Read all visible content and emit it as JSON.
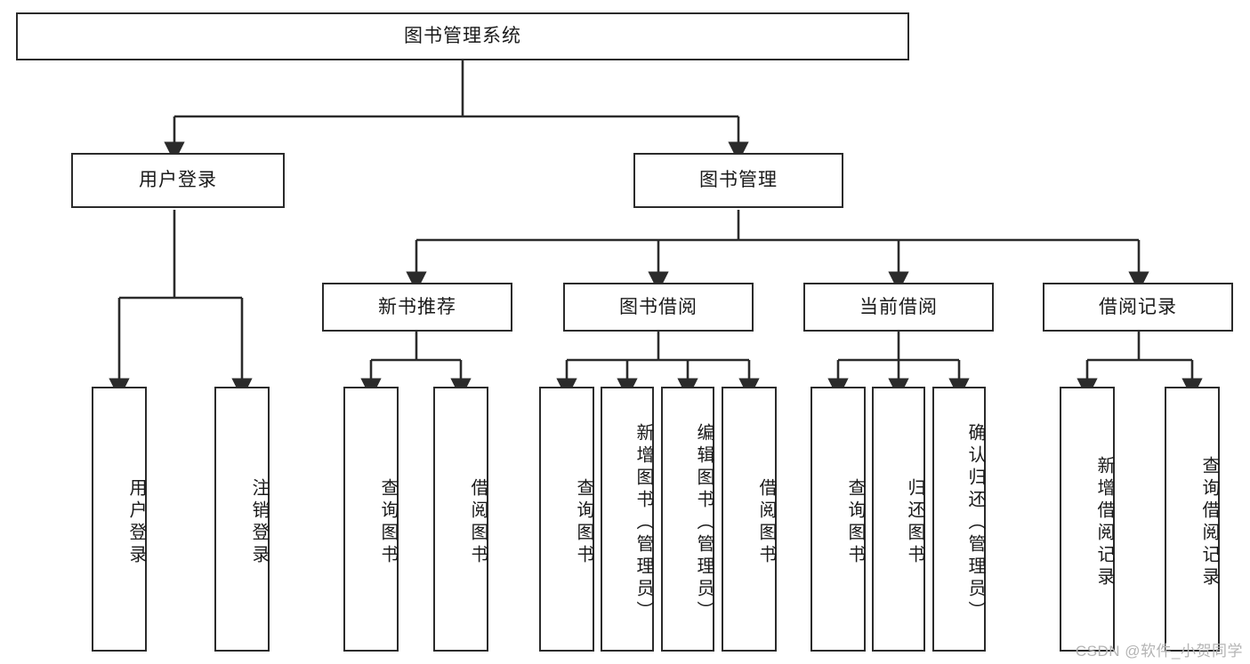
{
  "diagram": {
    "title": "图书管理系统",
    "type": "tree-hierarchy",
    "watermark": "CSDN @软件_小贺同学",
    "line_color": "#2b2b2b",
    "background_color": "#ffffff",
    "text_color": "#1a1a1a"
  },
  "nodes": {
    "root": {
      "label": "图书管理系统"
    },
    "level2": [
      {
        "label": "用户登录"
      },
      {
        "label": "图书管理"
      }
    ],
    "level3": [
      {
        "label": "新书推荐"
      },
      {
        "label": "图书借阅"
      },
      {
        "label": "当前借阅"
      },
      {
        "label": "借阅记录"
      }
    ],
    "leaves": {
      "user_login": [
        {
          "label": "用户登录"
        },
        {
          "label": "注销登录"
        }
      ],
      "new_book_recommend": [
        {
          "label": "查询图书"
        },
        {
          "label": "借阅图书"
        }
      ],
      "book_borrow": [
        {
          "label": "查询图书"
        },
        {
          "label": "新增图书（管理员）"
        },
        {
          "label": "编辑图书（管理员）"
        },
        {
          "label": "借阅图书"
        }
      ],
      "current_borrow": [
        {
          "label": "查询图书"
        },
        {
          "label": "归还图书"
        },
        {
          "label": "确认归还（管理员）"
        }
      ],
      "borrow_record": [
        {
          "label": "新增借阅记录"
        },
        {
          "label": "查询借阅记录"
        }
      ]
    }
  }
}
